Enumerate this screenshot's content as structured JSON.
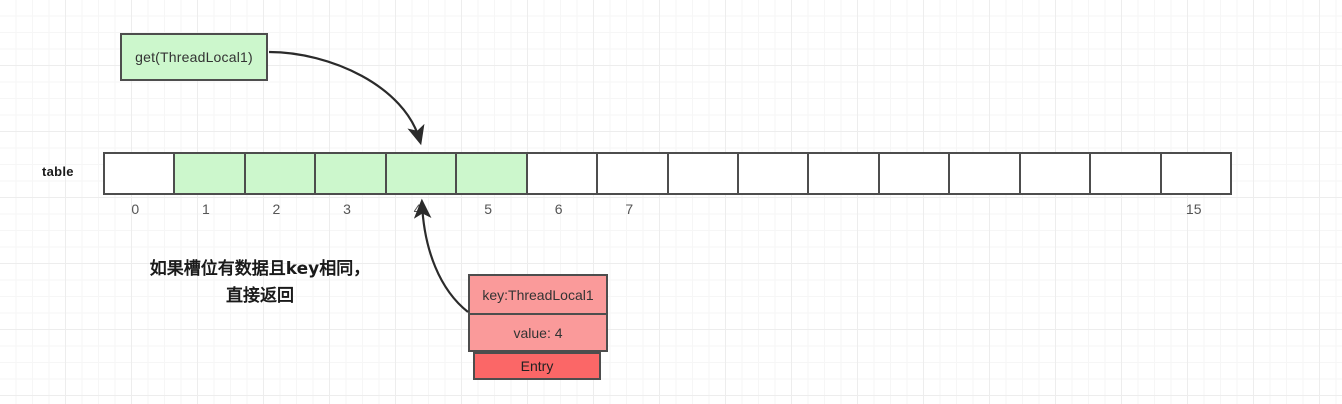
{
  "diagram": {
    "call_box": {
      "label": "get(ThreadLocal1)"
    },
    "table": {
      "label": "table",
      "slot_count": 16,
      "filled_slots": [
        1,
        2,
        3,
        4,
        5
      ],
      "index_labels": [
        "0",
        "1",
        "2",
        "3",
        "4",
        "5",
        "6",
        "7",
        "",
        "",
        "",
        "",
        "",
        "",
        "",
        "15"
      ]
    },
    "note": {
      "line1": "如果槽位有数据且key相同，",
      "line2": "直接返回"
    },
    "entry": {
      "key_label": "key:ThreadLocal1",
      "value_label": "value: 4",
      "title_label": "Entry"
    },
    "colors": {
      "green_fill": "#ccf7cc",
      "red_fill": "#fa9a9a",
      "red_dark": "#fb6767",
      "stroke": "#4d4d4d",
      "grid_minor": "#f6f6f6",
      "grid_major": "#ededed"
    },
    "arrows": [
      {
        "name": "call-to-slot4",
        "from": "call_box",
        "to": "slot-4-top"
      },
      {
        "name": "entry-to-slot4",
        "from": "entry",
        "to": "slot-4-bottom"
      }
    ]
  }
}
